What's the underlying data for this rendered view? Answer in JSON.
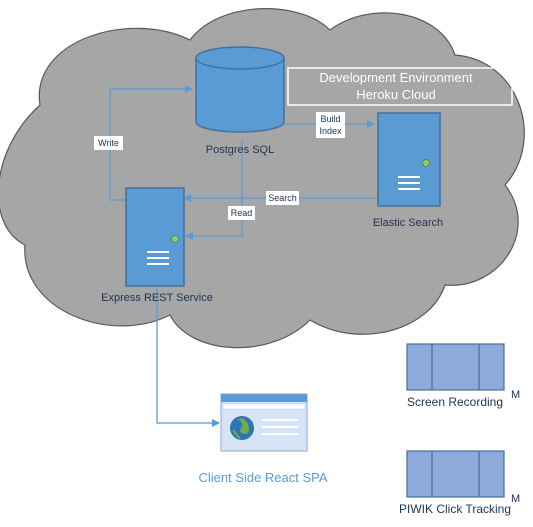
{
  "environment": {
    "title_line1": "Development Environment",
    "title_line2": "Heroku Cloud"
  },
  "nodes": {
    "postgres": {
      "label": "Postgres SQL"
    },
    "elastic": {
      "label": "Elastic Search"
    },
    "express": {
      "label": "Express REST Service"
    },
    "client": {
      "label": "Client Side React SPA"
    },
    "screen_recording": {
      "label": "Screen Recording",
      "suffix": "M"
    },
    "piwik": {
      "label": "PIWIK Click Tracking",
      "suffix": "M"
    }
  },
  "edges": {
    "write": "Write",
    "build_index_line1": "Build",
    "build_index_line2": "Index",
    "search": "Search",
    "read": "Read"
  },
  "colors": {
    "cloud_fill": "#a6a6a6",
    "cloud_stroke": "#595959",
    "node_fill": "#5b9bd5",
    "node_stroke": "#41719c",
    "node_dark": "#2e75b6",
    "connector": "#5b9bd5",
    "text": "#1f3350",
    "client_text": "#5b9bd5",
    "indicator": "#92d050"
  },
  "icons": {
    "database": "database-cylinder-icon",
    "server": "server-tower-icon",
    "browser": "browser-window-globe-icon",
    "module": "module-block-icon"
  }
}
